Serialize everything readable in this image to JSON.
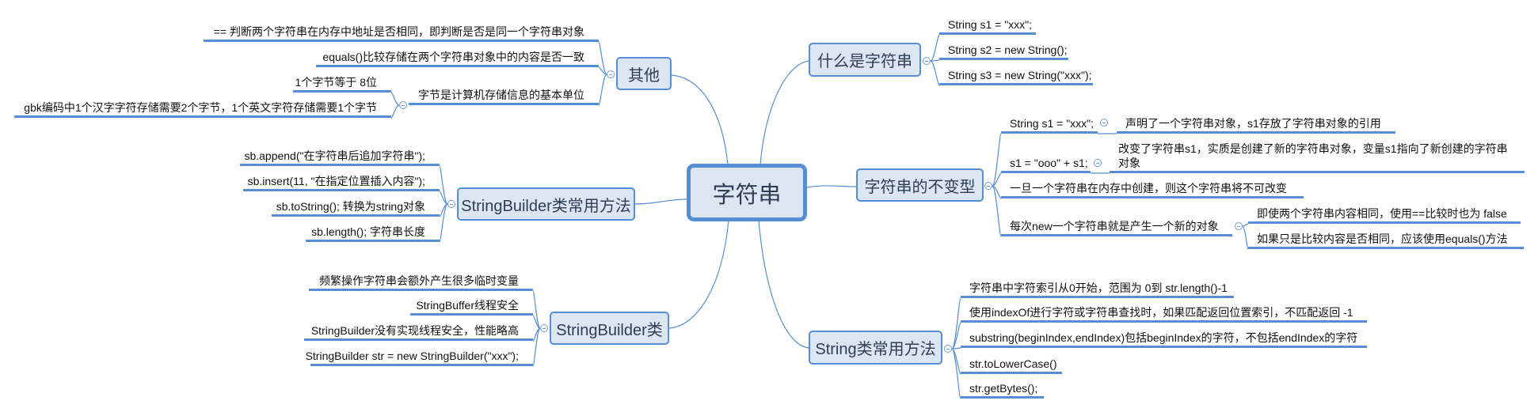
{
  "center": {
    "label": "字符串"
  },
  "theme": {
    "line": "#558ed5",
    "node_fill": "#dce6f2"
  },
  "other": {
    "label": "其他",
    "children": [
      {
        "label": "== 判断两个字符串在内存中地址是否相同，即判断是否是同一个字符串对象"
      },
      {
        "label": "equals()比较存储在两个字符串对象中的内容是否一致"
      },
      {
        "label": "字节是计算机存储信息的基本单位",
        "children": [
          {
            "label": "1个字节等于 8位"
          },
          {
            "label": "gbk编码中1个汉字字符存储需要2个字节，1个英文字符存储需要1个字节"
          }
        ]
      }
    ]
  },
  "sb_methods": {
    "label": "StringBuilder类常用方法",
    "children": [
      {
        "label": "sb.append(\"在字符串后追加字符串\");"
      },
      {
        "label": "sb.insert(11, \"在指定位置插入内容\");"
      },
      {
        "label": "sb.toString();  转换为string对象"
      },
      {
        "label": "sb.length();  字符串长度"
      }
    ]
  },
  "sb_class": {
    "label": "StringBuilder类",
    "children": [
      {
        "label": "频繁操作字符串会额外产生很多临时变量"
      },
      {
        "label": "StringBuffer线程安全"
      },
      {
        "label": "StringBuilder没有实现线程安全，性能略高"
      },
      {
        "label": "StringBuilder str = new StringBuilder(\"xxx\");"
      }
    ]
  },
  "what": {
    "label": "什么是字符串",
    "children": [
      {
        "label": "String s1 = \"xxx\";"
      },
      {
        "label": "String s2 = new String();"
      },
      {
        "label": "String s3 = new String(\"xxx\");"
      }
    ]
  },
  "immutable": {
    "label": "字符串的不变型",
    "children": [
      {
        "label": "String s1 = \"xxx\";",
        "children": [
          {
            "label": "声明了一个字符串对象，s1存放了字符串对象的引用"
          }
        ]
      },
      {
        "label": "s1 = \"ooo\" + s1;",
        "children": [
          {
            "label": "改变了字符串s1，实质是创建了新的字符串对象，变量s1指向了新创建的字符串对象"
          }
        ]
      },
      {
        "label": "一旦一个字符串在内存中创建，则这个字符串将不可改变"
      },
      {
        "label": "每次new一个字符串就是产生一个新的对象",
        "children": [
          {
            "label": "即使两个字符串内容相同，使用==比较时也为 false"
          },
          {
            "label": "如果只是比较内容是否相同，应该使用equals()方法"
          }
        ]
      }
    ]
  },
  "string_methods": {
    "label": "String类常用方法",
    "children": [
      {
        "label": "字符串中字符索引从0开始，范围为 0到 str.length()-1"
      },
      {
        "label": "使用indexOf进行字符或字符串查找时，如果匹配返回位置索引，不匹配返回 -1"
      },
      {
        "label": "substring(beginIndex,endIndex)包括beginIndex的字符，不包括endIndex的字符"
      },
      {
        "label": "str.toLowerCase()"
      },
      {
        "label": "str.getBytes();"
      }
    ]
  }
}
